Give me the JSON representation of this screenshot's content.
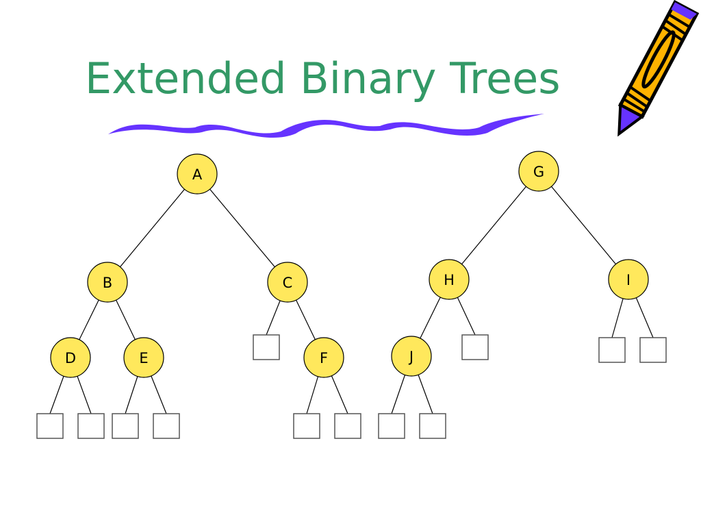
{
  "title": "Extended Binary Trees",
  "colors": {
    "title": "#339966",
    "squiggle": "#6633ff",
    "node_fill": "#ffe85c",
    "pencil_body": "#ffb300"
  },
  "decorations": [
    "pencil-icon",
    "squiggle-underline"
  ],
  "nodes": [
    {
      "id": "A",
      "label": "A"
    },
    {
      "id": "B",
      "label": "B"
    },
    {
      "id": "C",
      "label": "C"
    },
    {
      "id": "D",
      "label": "D"
    },
    {
      "id": "E",
      "label": "E"
    },
    {
      "id": "F",
      "label": "F"
    },
    {
      "id": "G",
      "label": "G"
    },
    {
      "id": "H",
      "label": "H"
    },
    {
      "id": "I",
      "label": "I"
    },
    {
      "id": "J",
      "label": "J"
    }
  ],
  "external_nodes": [
    "D1",
    "D2",
    "E1",
    "E2",
    "C1",
    "F1",
    "F2",
    "J1",
    "J2",
    "H1",
    "I1",
    "I2"
  ],
  "edges": [
    [
      "A",
      "B"
    ],
    [
      "A",
      "C"
    ],
    [
      "B",
      "D"
    ],
    [
      "B",
      "E"
    ],
    [
      "C",
      "C1"
    ],
    [
      "C",
      "F"
    ],
    [
      "D",
      "D1"
    ],
    [
      "D",
      "D2"
    ],
    [
      "E",
      "E1"
    ],
    [
      "E",
      "E2"
    ],
    [
      "F",
      "F1"
    ],
    [
      "F",
      "F2"
    ],
    [
      "G",
      "H"
    ],
    [
      "G",
      "I"
    ],
    [
      "H",
      "J"
    ],
    [
      "H",
      "H1"
    ],
    [
      "J",
      "J1"
    ],
    [
      "J",
      "J2"
    ],
    [
      "I",
      "I1"
    ],
    [
      "I",
      "I2"
    ]
  ]
}
